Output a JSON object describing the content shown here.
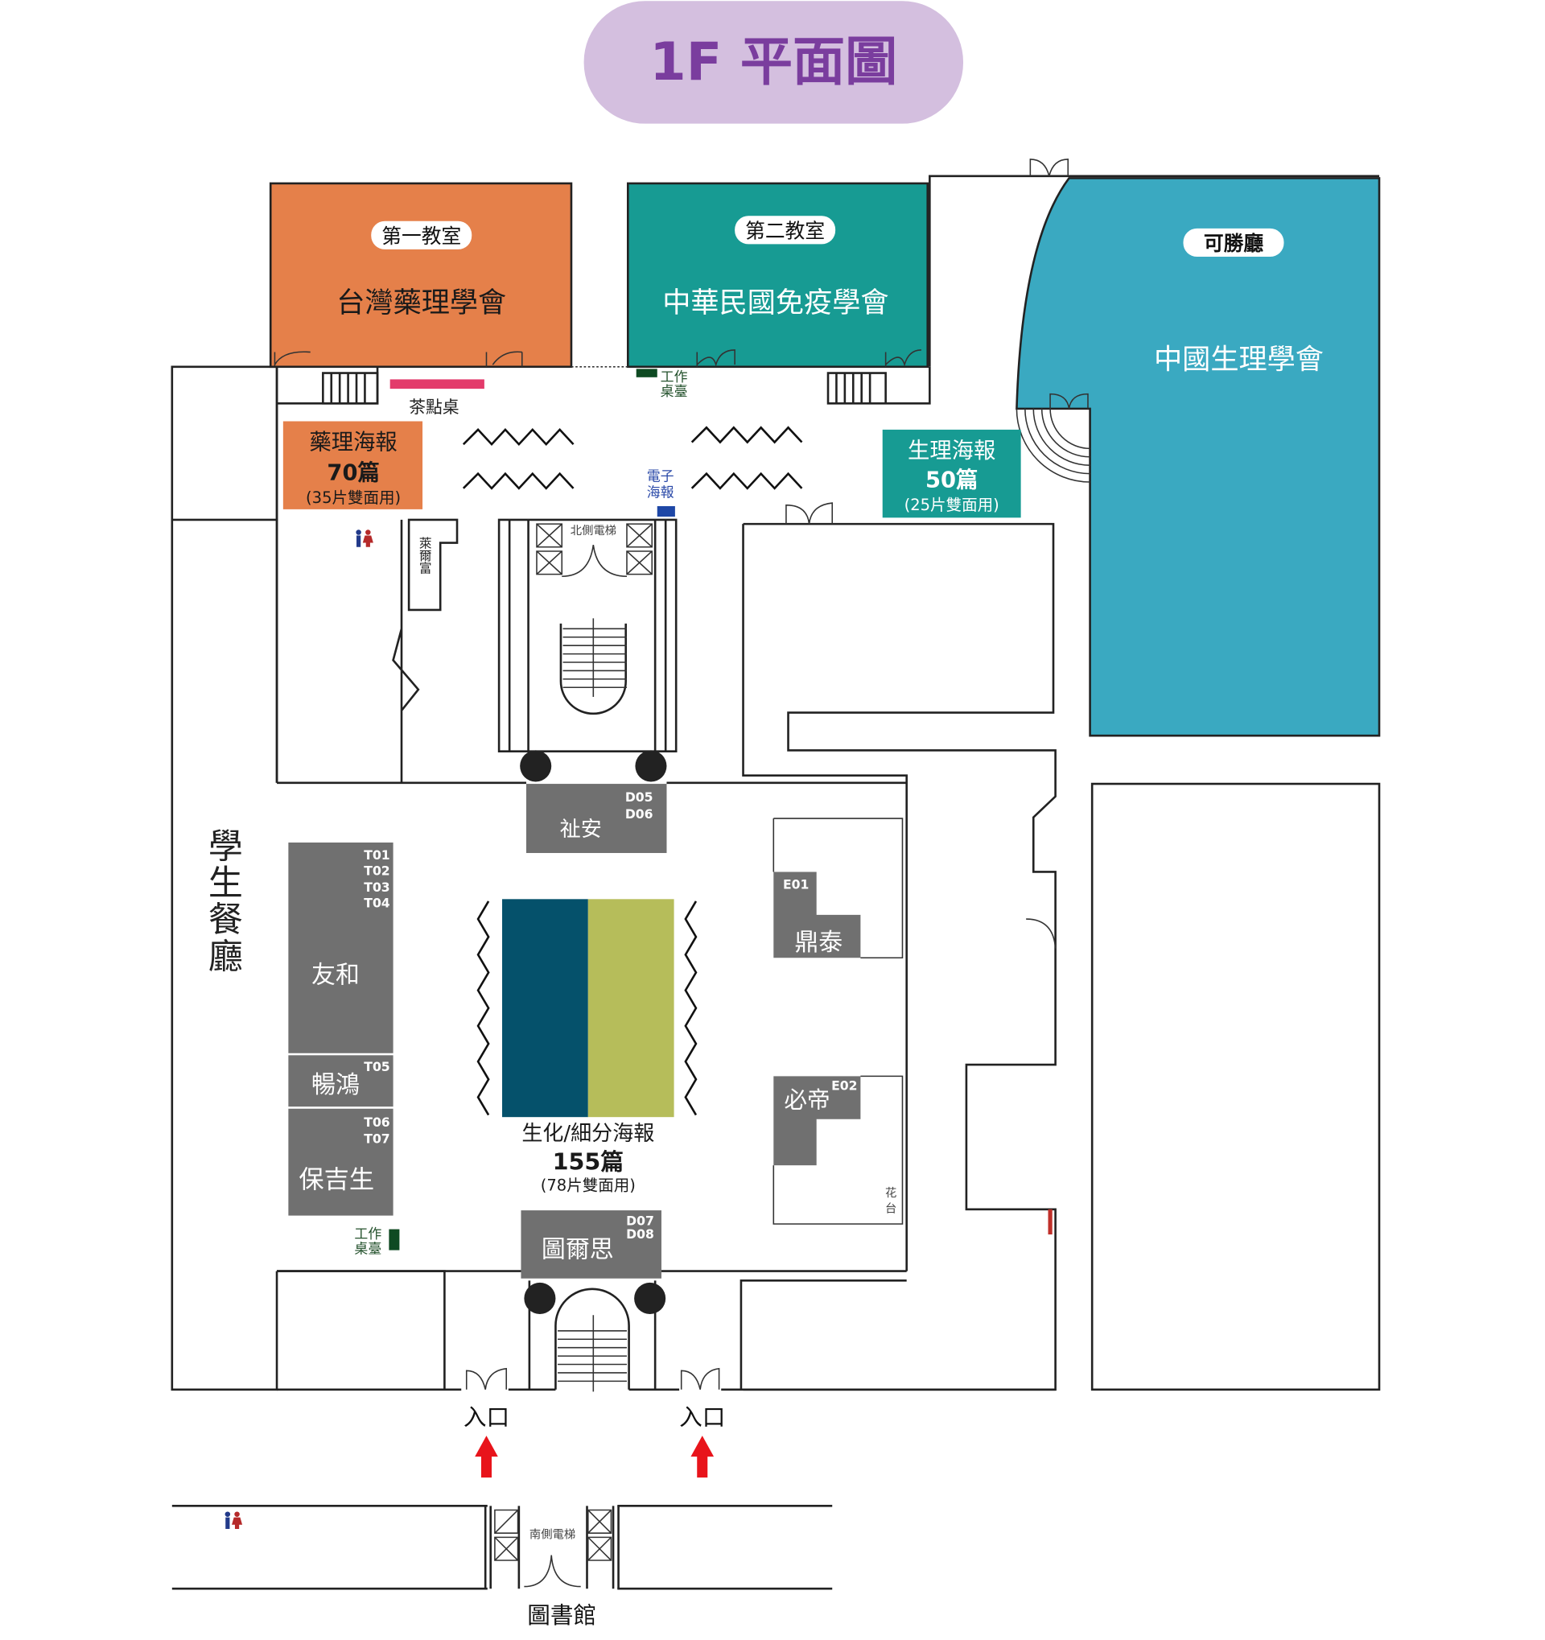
{
  "title": "1F 平面圖",
  "rooms": {
    "room1": {
      "tag": "第一教室",
      "name": "台灣藥理學會"
    },
    "room2": {
      "tag": "第二教室",
      "name": "中華民國免疫學會"
    },
    "room3": {
      "tag": "可勝廳",
      "name": "中國生理學會"
    }
  },
  "posters": {
    "pharm": {
      "title": "藥理海報",
      "count": "70篇",
      "note": "(35片雙面用)"
    },
    "phys": {
      "title": "生理海報",
      "count": "50篇",
      "note": "(25片雙面用)"
    },
    "bio": {
      "title": "生化/細分海報",
      "count": "155篇",
      "note": "(78片雙面用)"
    },
    "epaper": {
      "line1": "電子",
      "line2": "海報"
    }
  },
  "labels": {
    "tea_table": "茶點桌",
    "work_desk_1": "工作",
    "work_desk_2": "桌臺",
    "cafe": "萊爾富",
    "north_elevator": "北側電梯",
    "south_elevator": "南側電梯",
    "student_cafeteria": "學生餐廳",
    "planter_1": "花",
    "planter_2": "台",
    "entrance": "入口",
    "library": "圖書館"
  },
  "booths": [
    {
      "name": "祉安",
      "codes": [
        "D05",
        "D06"
      ]
    },
    {
      "name": "友和",
      "codes": [
        "T01",
        "T02",
        "T03",
        "T04"
      ]
    },
    {
      "name": "暢鴻",
      "codes": [
        "T05"
      ]
    },
    {
      "name": "保吉生",
      "codes": [
        "T06",
        "T07"
      ]
    },
    {
      "name": "圖爾思",
      "codes": [
        "D07",
        "D08"
      ]
    },
    {
      "name": "鼎泰",
      "codes": [
        "E01"
      ]
    },
    {
      "name": "必帝",
      "codes": [
        "E02"
      ]
    }
  ],
  "colors": {
    "title_bg": "#d4bfdf",
    "title_text": "#7a3d9e",
    "room1": "#e5804a",
    "room2": "#179b93",
    "room3": "#3aa9c1",
    "booth": "#707070",
    "poster_blue": "#05516b",
    "poster_green": "#b6bd5a",
    "tea": "#e33b6b",
    "arrow": "#e8141b"
  }
}
